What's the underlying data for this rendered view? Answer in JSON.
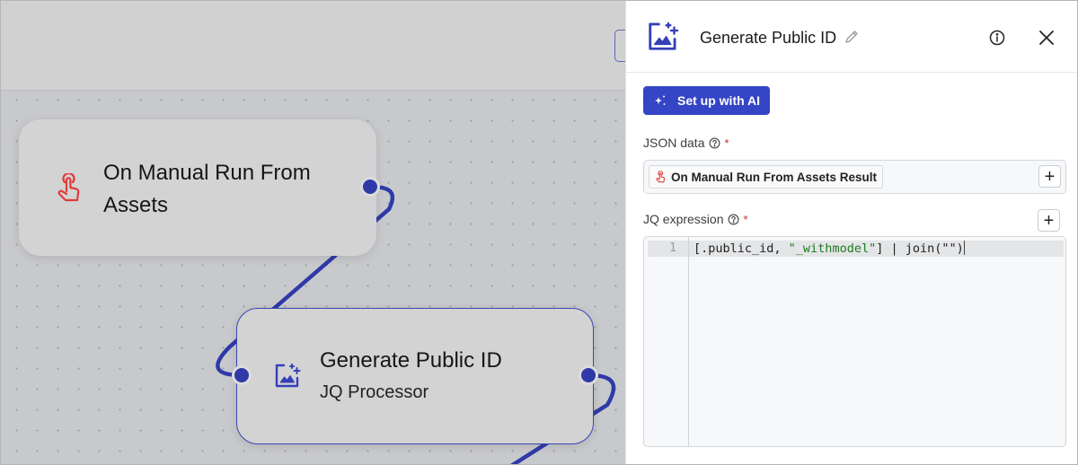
{
  "canvas": {
    "nodes": [
      {
        "id": "trigger",
        "title_line1": "On Manual Run From",
        "title_line2": "Assets",
        "icon": "tap-hand-icon",
        "icon_color": "#e03b3b"
      },
      {
        "id": "jq",
        "title": "Generate Public ID",
        "subtitle": "JQ Processor",
        "icon": "image-sparkle-icon",
        "icon_color": "#3440b8",
        "selected": true
      }
    ],
    "edge_color": "#2f3aa8"
  },
  "panel": {
    "title": "Generate Public ID",
    "icon": "image-sparkle-icon",
    "accent": "#3446c5",
    "ai_button_label": "Set up with AI",
    "fields": {
      "json_data": {
        "label": "JSON data",
        "required_mark": "*",
        "chip_label": "On Manual Run From Assets Result",
        "add_label": "+"
      },
      "jq_expression": {
        "label": "JQ expression",
        "required_mark": "*",
        "add_label": "+",
        "line_number": "1",
        "code_prefix": "[.public_id, ",
        "code_string": "\"_withmodel\"",
        "code_suffix": "] | join(\"\")"
      }
    }
  }
}
